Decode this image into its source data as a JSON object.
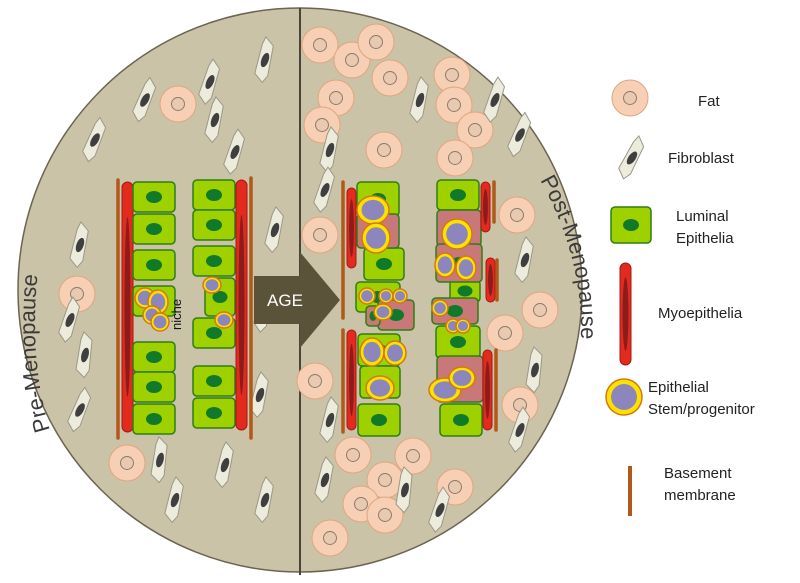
{
  "labels": {
    "left_side": "Pre-Menopause",
    "right_side": "Post-Menopause",
    "niche": "niche",
    "age_arrow": "AGE"
  },
  "legend": {
    "fat": "Fat",
    "fibroblast": "Fibroblast",
    "luminal_line1": "Luminal",
    "luminal_line2": "Epithelia",
    "myoepithelia": "Myoepithelia",
    "stem_line1": "Epithelial",
    "stem_line2": "Stem/progenitor",
    "basement_line1": "Basement",
    "basement_line2": "membrane"
  },
  "colors": {
    "circle_fill": "#cbc3a8",
    "circle_stroke": "#6b6452",
    "fat_fill": "#f6cfb4",
    "fat_core": "#e9c9b0",
    "fibroblast_fill": "#ecebdc",
    "fibroblast_nucleus": "#3f3f3f",
    "luminal_fill": "#9fd100",
    "luminal_stroke": "#2f7d14",
    "luminal_nucleus": "#117a2a",
    "aged_luminal_fill": "#c9787a",
    "myo_fill": "#e22b1e",
    "myo_core": "#8a1c1c",
    "basement": "#b0591a",
    "stem_ring": "#ffe100",
    "stem_outline": "#d17a12",
    "stem_fill": "#8c86bd",
    "arrow_fill": "#5b5339"
  }
}
